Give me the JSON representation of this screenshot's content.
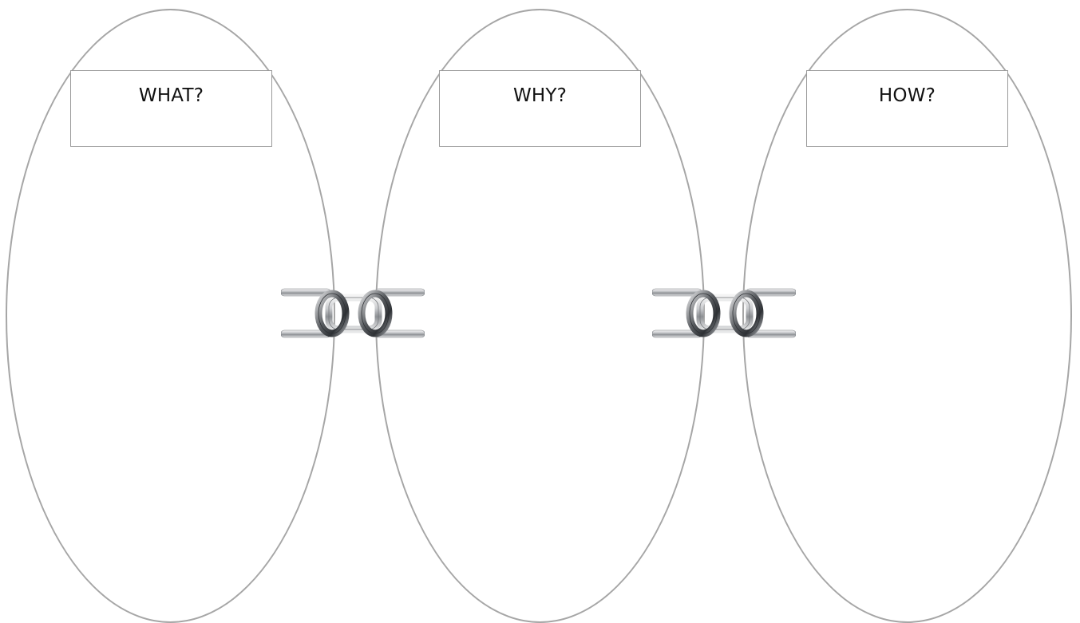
{
  "diagram": {
    "columns": [
      {
        "label": "WHAT?"
      },
      {
        "label": "WHY?"
      },
      {
        "label": "HOW?"
      }
    ],
    "connectors": [
      {
        "icon": "chain-link-icon"
      },
      {
        "icon": "chain-link-icon"
      }
    ],
    "colors": {
      "ellipse_stroke": "#a6a6a6",
      "box_border": "#9a9a9a",
      "text": "#111111",
      "chain_steel_light": "#f2f2f2",
      "chain_steel_mid": "#9c9fa3",
      "chain_steel_dark": "#3f4246"
    }
  }
}
